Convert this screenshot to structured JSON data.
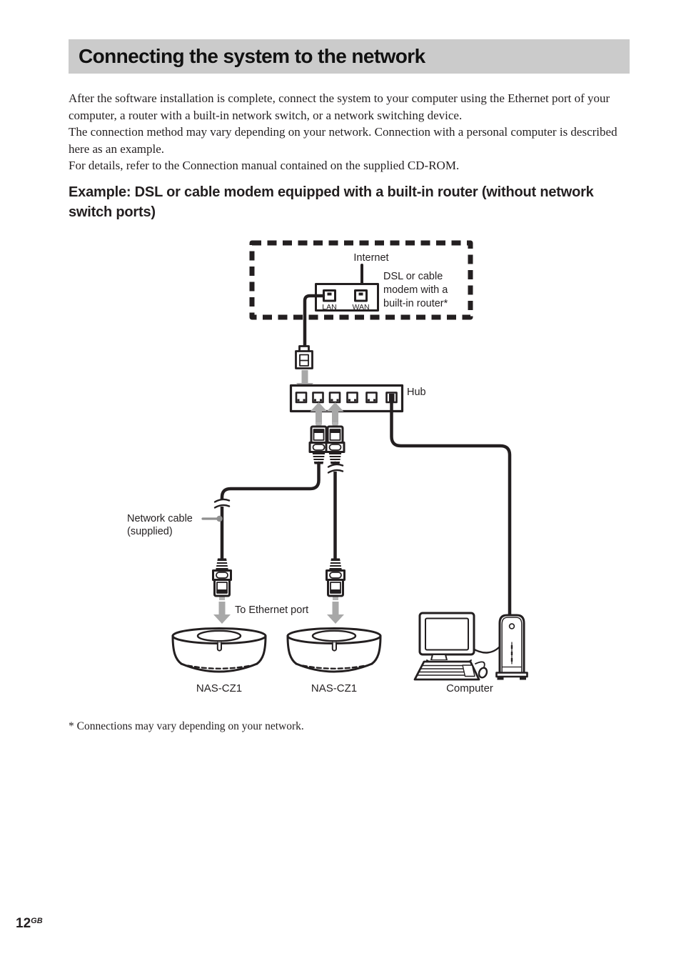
{
  "header": {
    "title": "Connecting the system to the network"
  },
  "intro": {
    "p1": "After the software installation is complete, connect the system to your computer using the Ethernet port of your computer, a router with a built-in network switch, or a network switching device.",
    "p2": "The connection method may vary depending on your network. Connection with a personal computer is described here as an example.",
    "p3": "For details, refer to the Connection manual contained on the supplied CD-ROM."
  },
  "example": {
    "heading": "Example: DSL or cable modem equipped with a built-in router (without network switch ports)"
  },
  "diagram": {
    "internet_label": "Internet",
    "lan_port_label": "LAN",
    "wan_port_label": "WAN",
    "modem_caption": [
      "DSL or cable",
      "modem with a",
      "built-in router*"
    ],
    "hub_label": "Hub",
    "network_cable_label": [
      "Network cable",
      "(supplied)"
    ],
    "to_ethernet_label": "To Ethernet port",
    "device_left_label": "NAS-CZ1",
    "device_right_label": "NAS-CZ1",
    "computer_label": "Computer"
  },
  "footnote": "* Connections may vary depending on your network.",
  "footer": {
    "page_number": "12",
    "region_code": "GB"
  },
  "colors": {
    "header_bg": "#cbcbcb",
    "ink": "#231f20",
    "arrow_gray": "#a8a8a8",
    "pointer_gray": "#8f8f8f",
    "nub_gray": "#b5b5b5"
  }
}
